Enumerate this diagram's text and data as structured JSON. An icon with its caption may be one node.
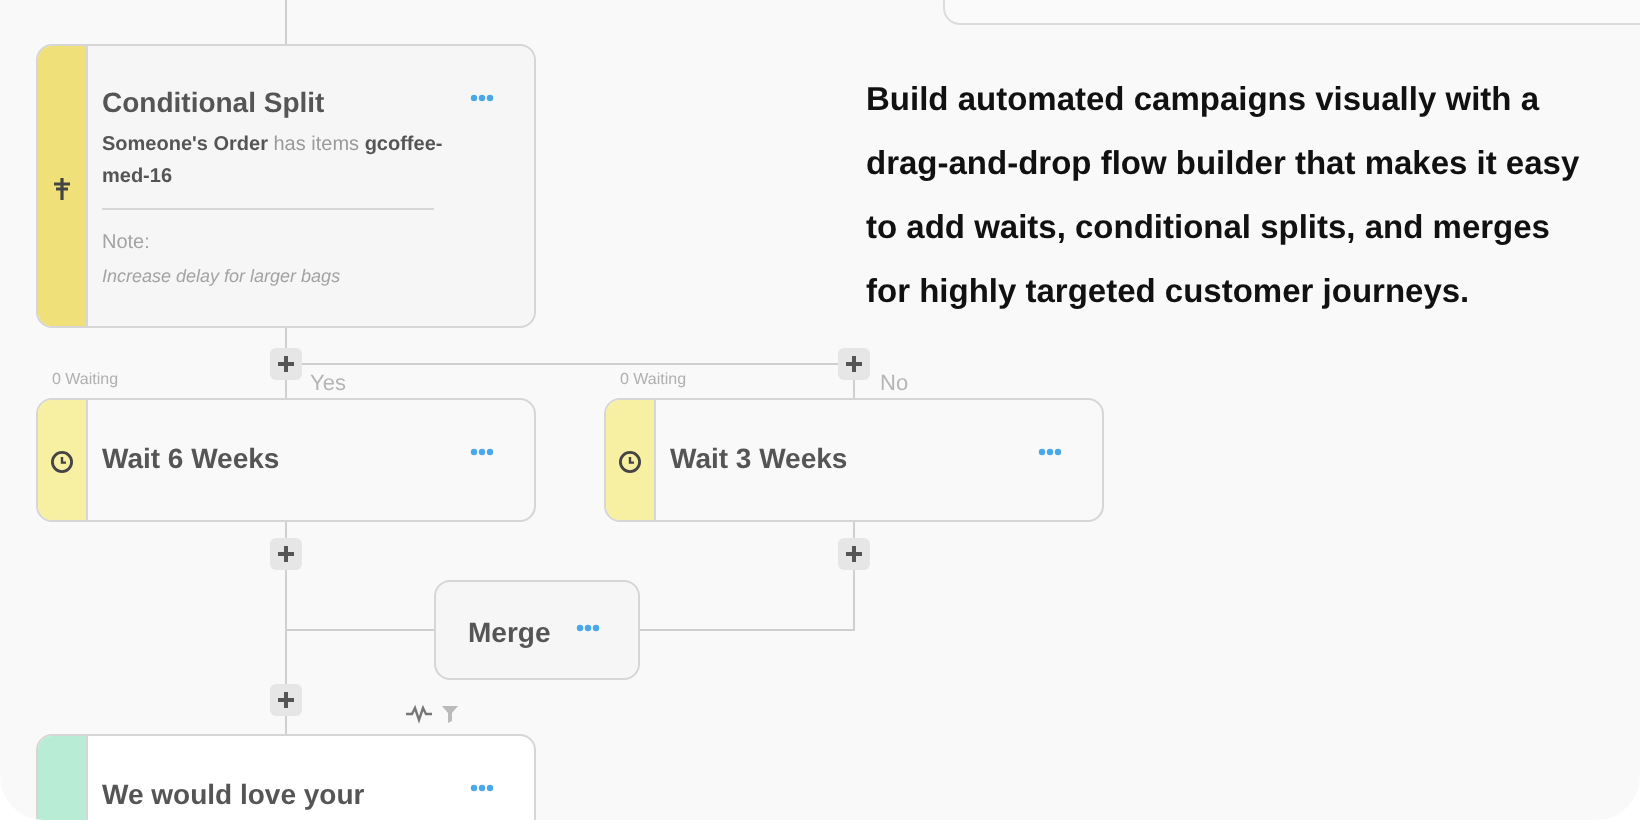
{
  "diagram": {
    "nodes": [
      {
        "text": [
          "Conditional Split",
          "**Someone's Order** has items **gcoffee-med-16**",
          "Note:",
          "Increase delay for larger bags"
        ]
      },
      {
        "text": [
          "Wait 6 Weeks"
        ],
        "beside": [
          "0 Waiting"
        ]
      },
      {
        "text": [
          "Wait 3 Weeks"
        ],
        "beside": [
          "0 Waiting"
        ]
      },
      {
        "text": [
          "Merge"
        ]
      },
      {
        "text": [
          "We would love your"
        ]
      }
    ],
    "edges": [
      {
        "from": null,
        "to": 0,
        "arrow": "none"
      },
      {
        "from": 0,
        "to": 1,
        "label": "Yes",
        "arrow": "none"
      },
      {
        "from": 0,
        "to": 2,
        "label": "No",
        "arrow": "none"
      },
      {
        "from": 1,
        "to": 4,
        "arrow": "none"
      },
      {
        "from": 2,
        "to": 3,
        "arrow": "none"
      },
      {
        "from": 3,
        "to": 4,
        "arrow": "none"
      }
    ],
    "labels": [
      "Build automated campaigns visually with a drag-and-drop flow builder that makes it easy to add waits, conditional splits, and merges for highly targeted customer journeys."
    ]
  }
}
